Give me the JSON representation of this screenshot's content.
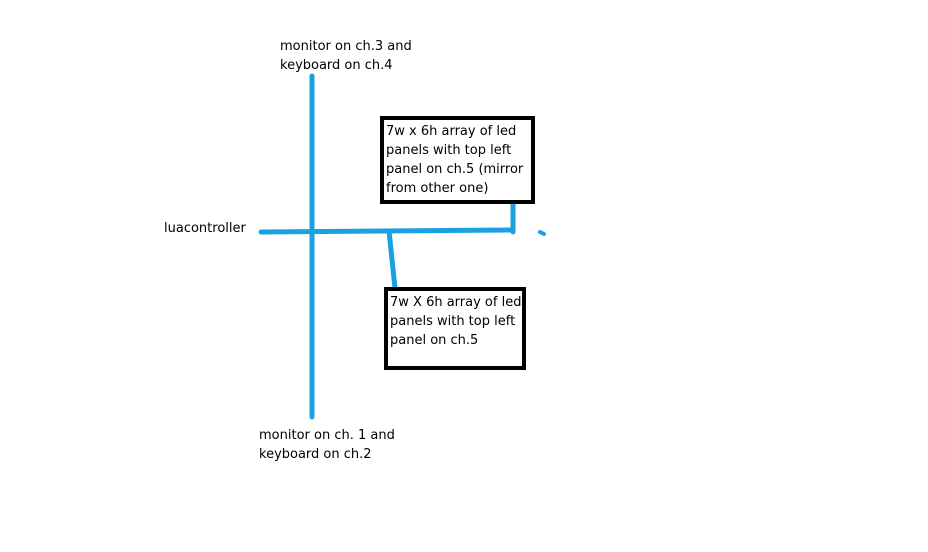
{
  "diagram": {
    "line_color": "#1ba1e2",
    "labels": {
      "top_monitor": "monitor on ch.3 and\nkeyboard on ch.4",
      "bottom_monitor": "monitor on ch. 1 and\nkeyboard on ch.2",
      "controller": "luacontroller"
    },
    "boxes": {
      "mirror_array": "7w x 6h array of led\npanels with top left\npanel on ch.5 (mirror\nfrom other one)",
      "main_array": "7w X 6h array of led\npanels with top left\npanel on ch.5"
    }
  }
}
